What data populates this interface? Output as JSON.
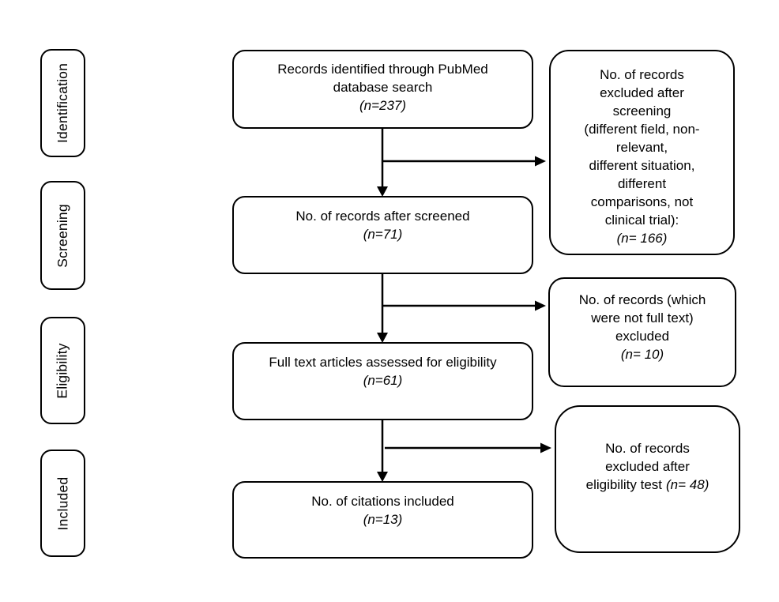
{
  "figure": {
    "kind": "prisma-flow-diagram",
    "colors": {
      "line": "#000000",
      "background": "#ffffff",
      "box_fill": "#ffffff"
    },
    "stages": [
      {
        "label": "Identification"
      },
      {
        "label": "Screening"
      },
      {
        "label": "Eligibility"
      },
      {
        "label": "Included"
      }
    ],
    "flow_boxes": [
      {
        "text": "Records identified through PubMed\ndatabase search",
        "count": "(n=237)"
      },
      {
        "text": "No. of records after screened",
        "count": "(n=71)"
      },
      {
        "text": "Full text articles assessed for eligibility",
        "count": "(n=61)"
      },
      {
        "text": "No. of citations included",
        "count": "(n=13)"
      }
    ],
    "exclusion_boxes": [
      {
        "text": "No. of records\nexcluded after\nscreening\n(different field, non-\nrelevant,\ndifferent situation,\ndifferent\ncomparisons, not\nclinical trial):",
        "count": "(n= 166)"
      },
      {
        "text": "No. of records (which\nwere not full text)\nexcluded",
        "count": "(n= 10)"
      },
      {
        "text": "No. of records\nexcluded after\neligibility test",
        "count": "(n= 48)"
      }
    ]
  }
}
